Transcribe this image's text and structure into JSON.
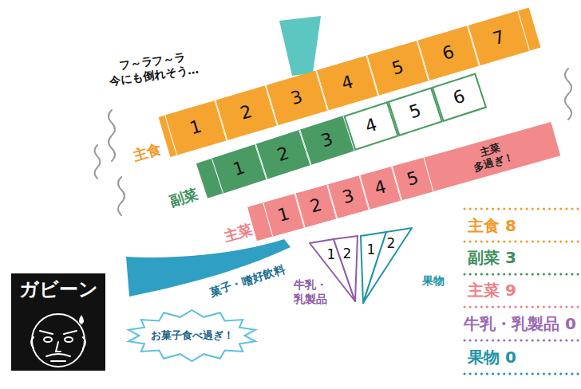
{
  "diagram": {
    "nodes": [
      {
        "text": [
          "主食"
        ]
      },
      {
        "text": [
          "1"
        ],
        "in": 0
      },
      {
        "text": [
          "2"
        ],
        "in": 0
      },
      {
        "text": [
          "3"
        ],
        "in": 0
      },
      {
        "text": [
          "4"
        ],
        "in": 0
      },
      {
        "text": [
          "5"
        ],
        "in": 0
      },
      {
        "text": [
          "6"
        ],
        "in": 0
      },
      {
        "text": [
          "7"
        ],
        "in": 0
      },
      {
        "text": [
          "副菜"
        ]
      },
      {
        "text": [
          "1"
        ],
        "in": 8
      },
      {
        "text": [
          "2"
        ],
        "in": 8
      },
      {
        "text": [
          "3"
        ],
        "in": 8
      },
      {
        "text": [
          "4"
        ],
        "in": 8
      },
      {
        "text": [
          "5"
        ],
        "in": 8
      },
      {
        "text": [
          "6"
        ],
        "in": 8
      },
      {
        "text": [
          "主菜",
          "主菜 多過ぎ！"
        ]
      },
      {
        "text": [
          "1"
        ],
        "in": 15
      },
      {
        "text": [
          "2"
        ],
        "in": 15
      },
      {
        "text": [
          "3"
        ],
        "in": 15
      },
      {
        "text": [
          "4"
        ],
        "in": 15
      },
      {
        "text": [
          "5"
        ],
        "in": 15
      },
      {
        "text": [
          "牛乳・ 乳製品"
        ]
      },
      {
        "text": [
          "1"
        ],
        "in": 21
      },
      {
        "text": [
          "2"
        ],
        "in": 21
      },
      {
        "text": [
          "果物"
        ]
      },
      {
        "text": [
          "1"
        ],
        "in": 24
      },
      {
        "text": [
          "2"
        ],
        "in": 24
      },
      {
        "text": [
          "菓子・嗜好飲料"
        ]
      },
      {
        "text": [
          "ガビーン"
        ]
      },
      {
        "text": [
          "お菓子食べ過ぎ！"
        ]
      }
    ],
    "labels": [
      "フ～ラフ～ラ 今にも倒れそう…",
      "主食 8",
      "副菜 3",
      "主菜 9",
      "牛乳・乳製品 0",
      "果物 0"
    ]
  }
}
